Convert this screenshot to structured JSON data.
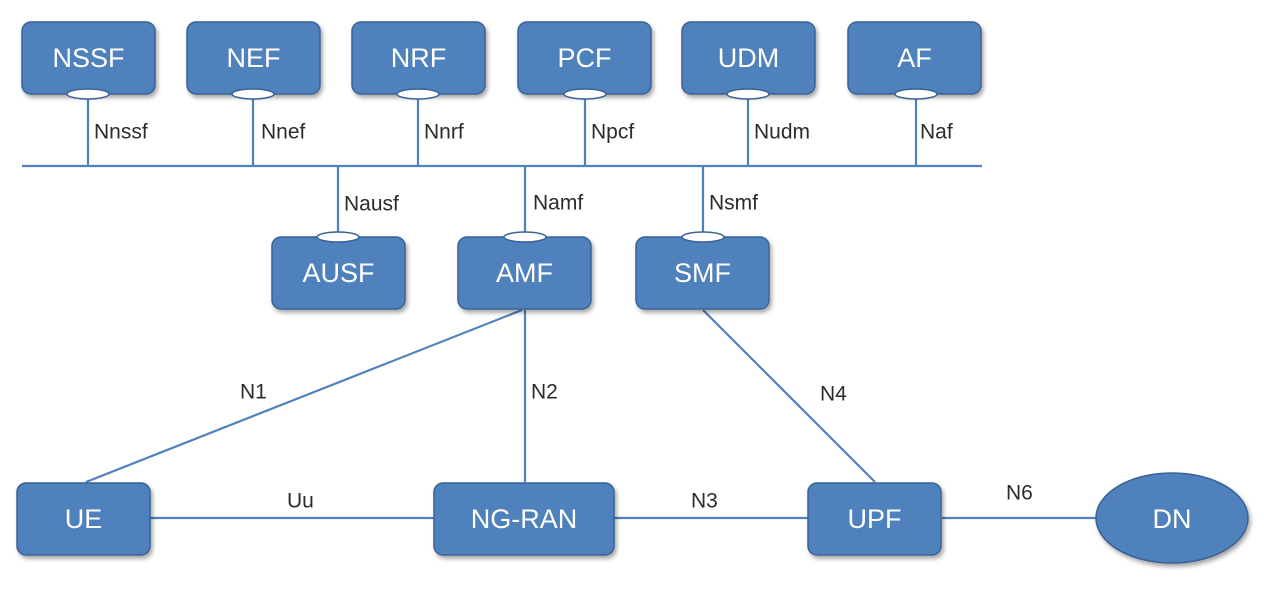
{
  "nodes": {
    "nssf": "NSSF",
    "nef": "NEF",
    "nrf": "NRF",
    "pcf": "PCF",
    "udm": "UDM",
    "af": "AF",
    "ausf": "AUSF",
    "amf": "AMF",
    "smf": "SMF",
    "ue": "UE",
    "ngran": "NG-RAN",
    "upf": "UPF",
    "dn": "DN"
  },
  "interfaces": {
    "nnssf": "Nnssf",
    "nnef": "Nnef",
    "nnrf": "Nnrf",
    "npcf": "Npcf",
    "nudm": "Nudm",
    "naf": "Naf",
    "nausf": "Nausf",
    "namf": "Namf",
    "nsmf": "Nsmf",
    "n1": "N1",
    "n2": "N2",
    "n3": "N3",
    "n4": "N4",
    "n6": "N6",
    "uu": "Uu"
  },
  "colors": {
    "node_fill": "#4f81bd",
    "node_border": "#3a6294",
    "link": "#4f81bd",
    "label_text": "#2b2b2b"
  }
}
